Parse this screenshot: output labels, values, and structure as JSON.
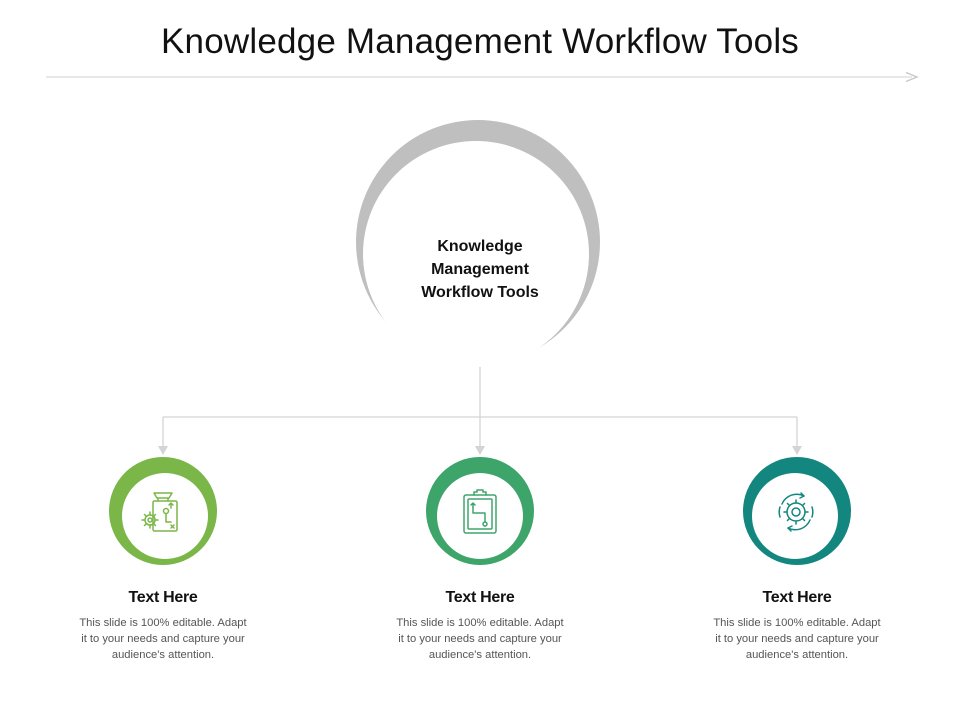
{
  "title": "Knowledge Management Workflow Tools",
  "hub": {
    "line1": "Knowledge",
    "line2": "Management",
    "line3": "Workflow Tools",
    "ring_color": "#bfbfbf"
  },
  "items": [
    {
      "heading": "Text Here",
      "body": "This slide is 100% editable. Adapt it to your needs and capture your audience's attention.",
      "color": "#7ab648",
      "icon": "gear-flowchart-board-icon"
    },
    {
      "heading": "Text Here",
      "body": "This slide is 100% editable. Adapt it to your needs and capture your audience's attention.",
      "color": "#3ea56a",
      "icon": "clipboard-workflow-icon"
    },
    {
      "heading": "Text Here",
      "body": "This slide is 100% editable. Adapt it to your needs and capture your audience's attention.",
      "color": "#13877f",
      "icon": "gear-cycle-arrows-icon"
    }
  ]
}
